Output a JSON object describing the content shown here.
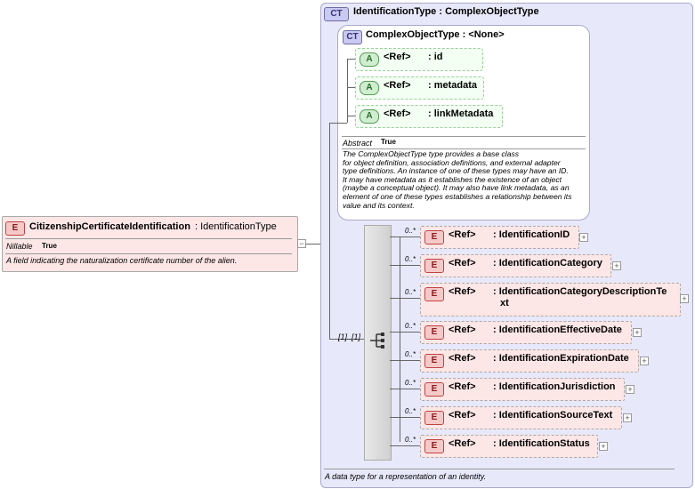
{
  "root_element": {
    "badge": "E",
    "name": "CitizenshipCertificateIdentification",
    "type": ": IdentificationType",
    "nillable_label": "Nillable",
    "nillable_value": "True",
    "description": "A field indicating the naturalization certificate number of the alien.",
    "collapse_symbol": "−"
  },
  "complex_type": {
    "badge": "CT",
    "title": "IdentificationType : ComplexObjectType",
    "description": "A data type for a representation of an identity."
  },
  "base_type": {
    "badge": "CT",
    "title": "ComplexObjectType : <None>",
    "abstract_label": "Abstract",
    "abstract_value": "True",
    "description_lines": [
      "The ComplexObjectType type provides a base class",
      "for object definition, association definitions, and external adapter",
      "type definitions. An instance of one of these types may have an ID.",
      "It may have metadata as it establishes the existence of an object",
      "(maybe a conceptual object). It may also have link metadata, as an",
      "element of one of these types establishes a relationship between its",
      "value and its context."
    ],
    "attributes": [
      {
        "badge": "A",
        "ref": "<Ref>",
        "name": ": id"
      },
      {
        "badge": "A",
        "ref": "<Ref>",
        "name": ": metadata"
      },
      {
        "badge": "A",
        "ref": "<Ref>",
        "name": ": linkMetadata"
      }
    ]
  },
  "sequence": {
    "cardinality": "[1]..[1]",
    "elements": [
      {
        "badge": "E",
        "ref": "<Ref>",
        "name": ": IdentificationID",
        "card": "0..*",
        "expand": "+"
      },
      {
        "badge": "E",
        "ref": "<Ref>",
        "name": ": IdentificationCategory",
        "card": "0..*",
        "expand": "+"
      },
      {
        "badge": "E",
        "ref": "<Ref>",
        "name": ": IdentificationCategoryDescriptionTe",
        "name2": "xt",
        "card": "0..*",
        "expand": "+"
      },
      {
        "badge": "E",
        "ref": "<Ref>",
        "name": ": IdentificationEffectiveDate",
        "card": "0..*",
        "expand": "+"
      },
      {
        "badge": "E",
        "ref": "<Ref>",
        "name": ": IdentificationExpirationDate",
        "card": "0..*",
        "expand": "+"
      },
      {
        "badge": "E",
        "ref": "<Ref>",
        "name": ": IdentificationJurisdiction",
        "card": "0..*",
        "expand": "+"
      },
      {
        "badge": "E",
        "ref": "<Ref>",
        "name": ": IdentificationSourceText",
        "card": "0..*",
        "expand": "+"
      },
      {
        "badge": "E",
        "ref": "<Ref>",
        "name": ": IdentificationStatus",
        "card": "0..*",
        "expand": "+"
      }
    ]
  }
}
